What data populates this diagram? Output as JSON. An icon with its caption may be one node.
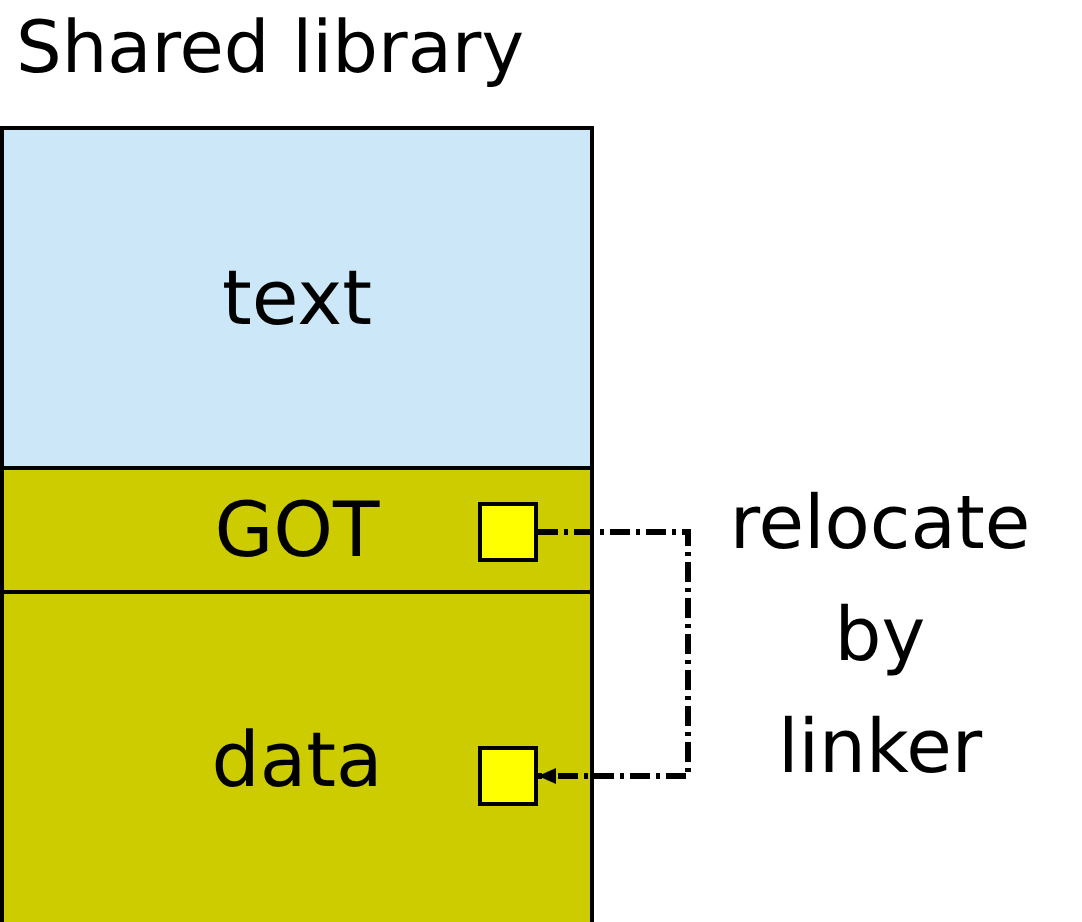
{
  "diagram": {
    "nodes": [
      {
        "text": [
          "Shared library"
        ]
      },
      {
        "text": [
          "text"
        ],
        "in": 0
      },
      {
        "text": [
          "GOT"
        ],
        "in": 0
      },
      {
        "text": [
          "data"
        ],
        "in": 0
      },
      {
        "text": [],
        "shape": "box",
        "in": 2
      },
      {
        "text": [],
        "shape": "box",
        "in": 3
      }
    ],
    "edges": [
      {
        "from": 4,
        "to": 5,
        "arrow": "to",
        "style": "dashed",
        "label": "relocate by linker"
      }
    ]
  }
}
